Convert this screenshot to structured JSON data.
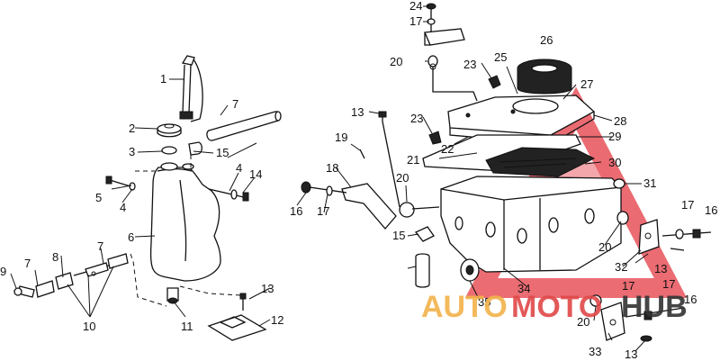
{
  "callouts": [
    "1",
    "2",
    "3",
    "4",
    "4",
    "5",
    "6",
    "7",
    "7",
    "7",
    "8",
    "9",
    "10",
    "11",
    "12",
    "13",
    "13",
    "13",
    "13",
    "14",
    "15",
    "15",
    "16",
    "16",
    "16",
    "17",
    "17",
    "17",
    "17",
    "17",
    "18",
    "19",
    "20",
    "20",
    "20",
    "20",
    "21",
    "22",
    "23",
    "23",
    "24",
    "25",
    "26",
    "27",
    "28",
    "29",
    "30",
    "31",
    "32",
    "33",
    "34",
    "35"
  ],
  "watermark": {
    "parts": [
      "AUTO",
      "MOTO",
      "HUB"
    ],
    "colors": [
      "#f2b24a",
      "#e04848",
      "#333333"
    ],
    "logo_color": "#e8525a"
  }
}
